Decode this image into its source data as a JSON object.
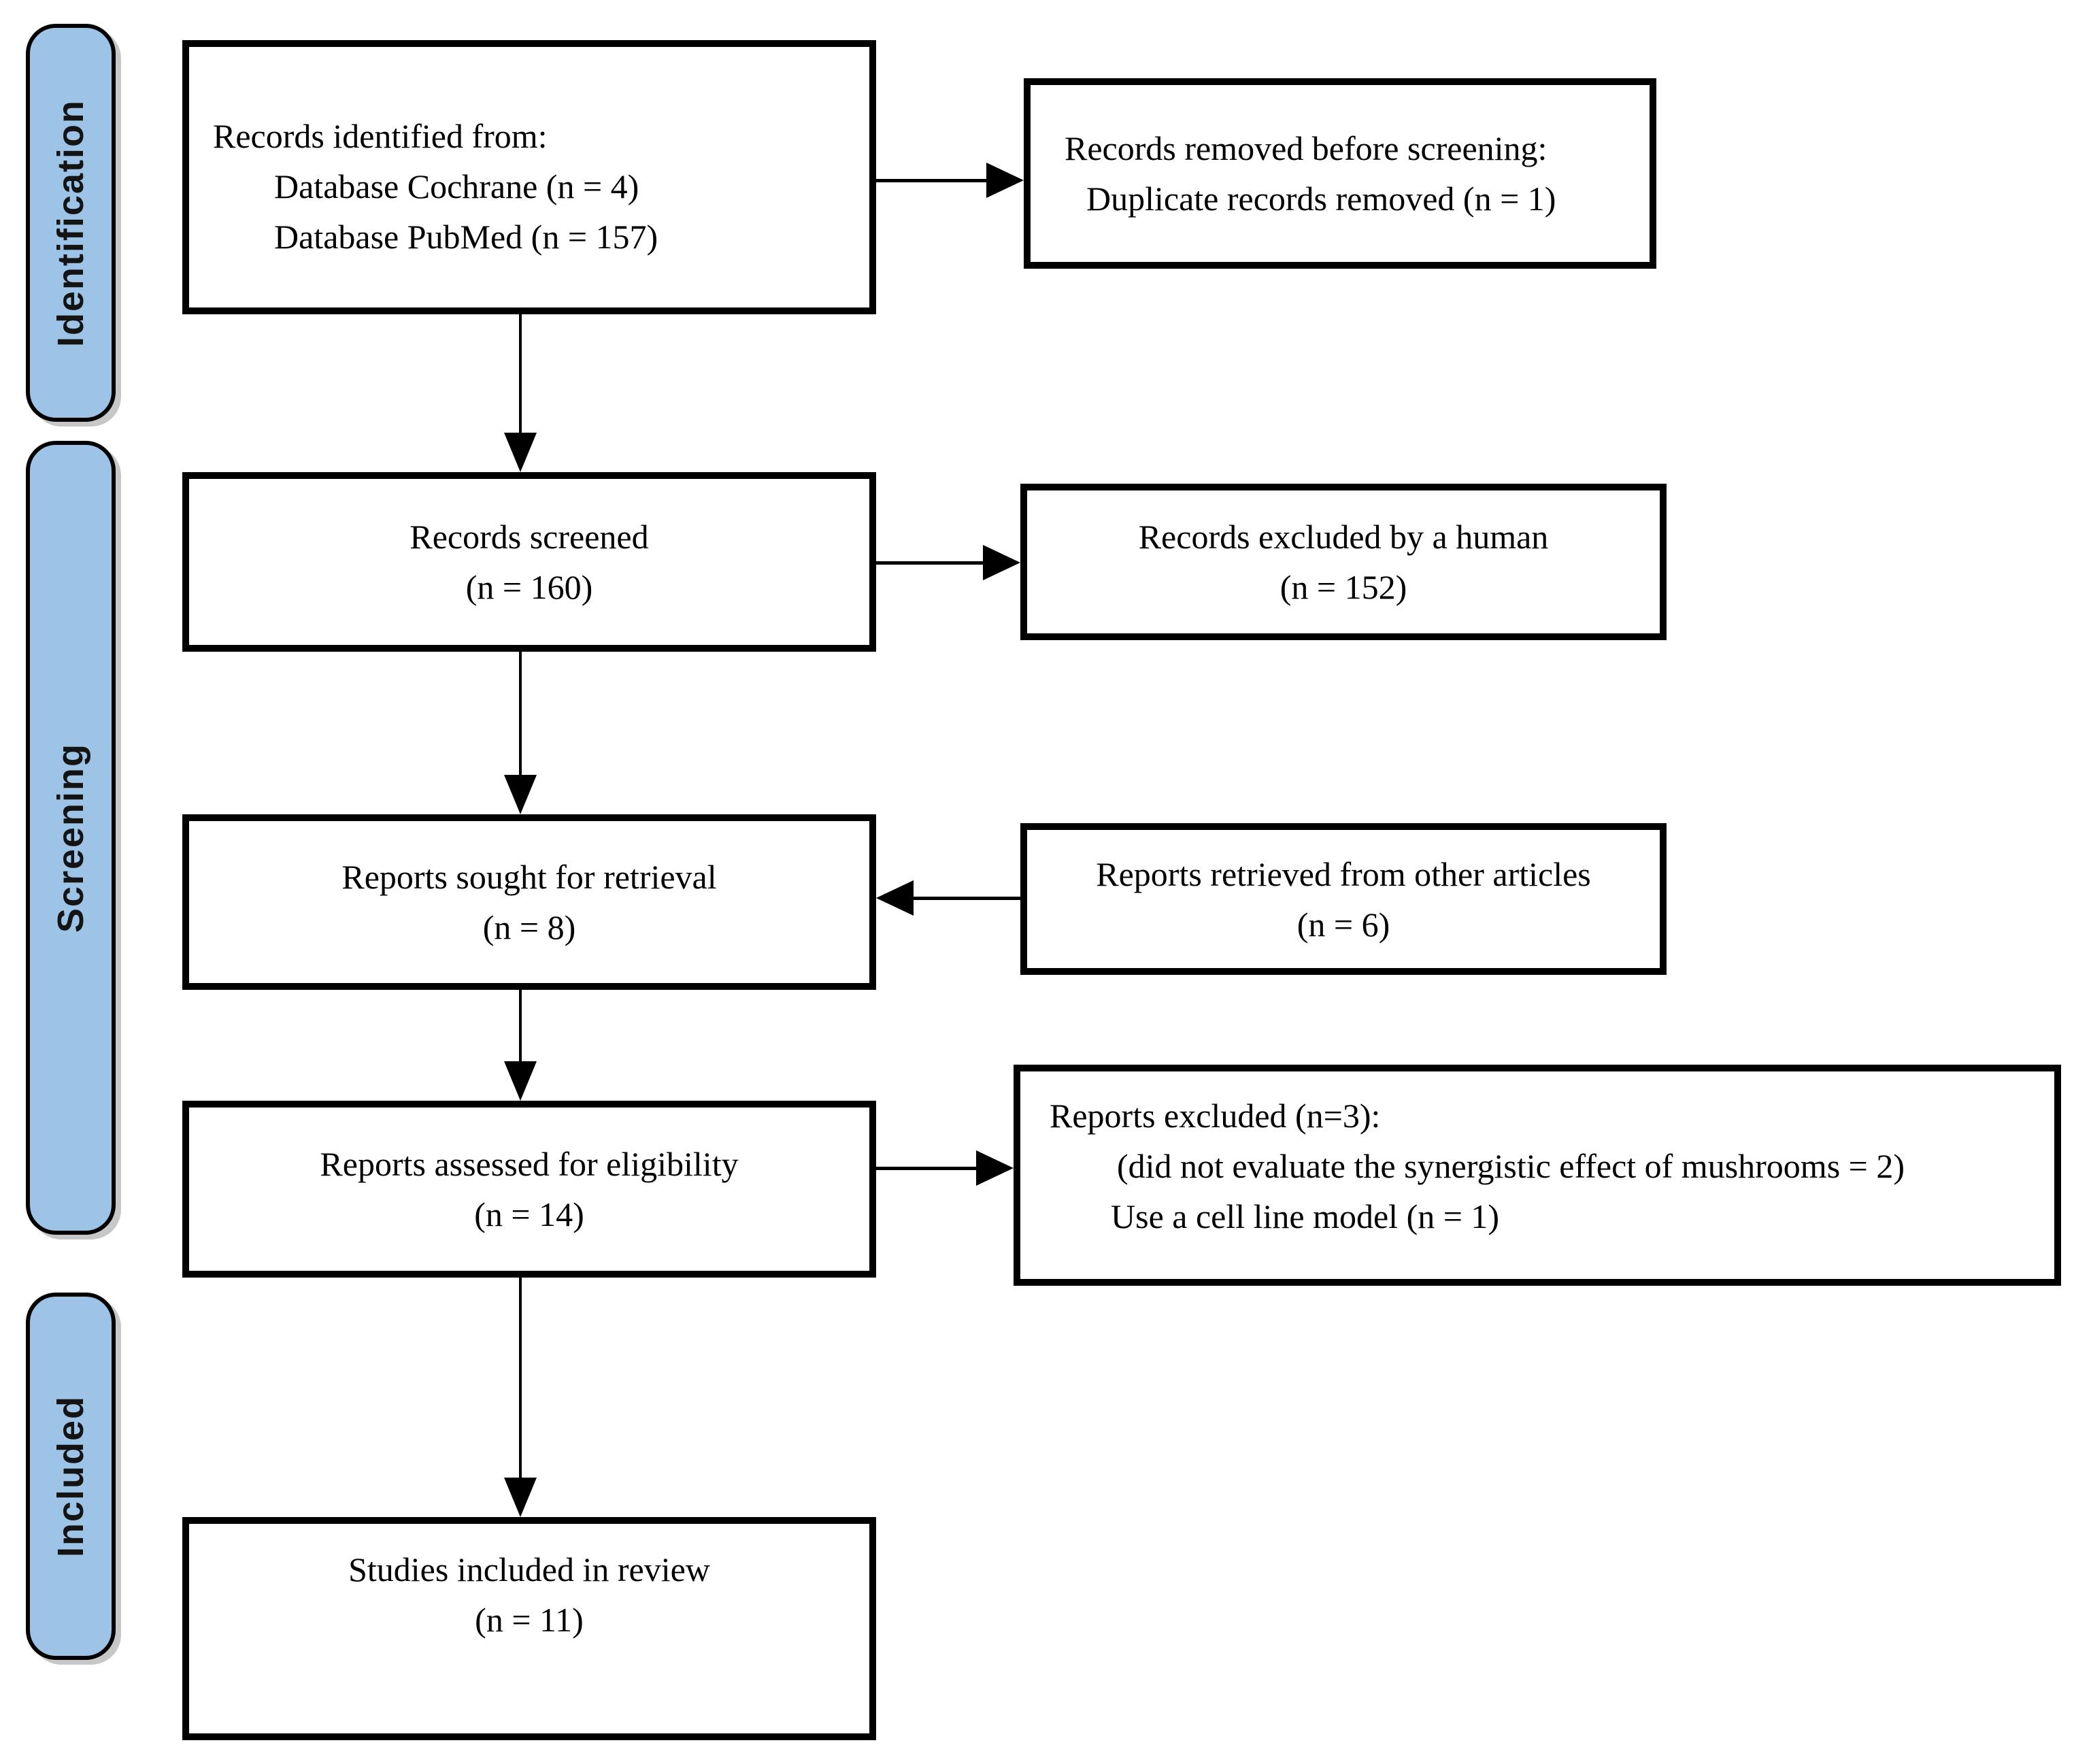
{
  "sidebar": {
    "stages": [
      {
        "id": "identification",
        "label": "Identification"
      },
      {
        "id": "screening",
        "label": "Screening"
      },
      {
        "id": "included",
        "label": "Included"
      }
    ]
  },
  "boxes": {
    "identified": {
      "lines": [
        "Records identified from:",
        "Database Cochrane (n = 4)",
        "Database PubMed (n = 157)"
      ]
    },
    "removed_before_screening": {
      "lines": [
        "Records removed before screening:",
        "Duplicate records removed (n = 1)"
      ]
    },
    "screened": {
      "lines": [
        "Records screened",
        "(n = 160)"
      ]
    },
    "excluded_by_human": {
      "lines": [
        "Records excluded by a human",
        "(n = 152)"
      ]
    },
    "sought_for_retrieval": {
      "lines": [
        "Reports sought for retrieval",
        "(n = 8)"
      ]
    },
    "retrieved_from_other_articles": {
      "lines": [
        "Reports retrieved from other articles",
        "(n = 6)"
      ]
    },
    "assessed_for_eligibility": {
      "lines": [
        "Reports assessed for eligibility",
        "(n = 14)"
      ]
    },
    "reports_excluded": {
      "lines": [
        "Reports excluded (n=3):",
        "(did not evaluate the synergistic effect of mushrooms = 2)",
        "Use a cell line model (n = 1)"
      ]
    },
    "included_in_review": {
      "lines": [
        "Studies included in review",
        "(n = 11)"
      ]
    }
  },
  "colors": {
    "stage_tab_fill": "#9dc3e6",
    "stage_tab_border": "#000000",
    "box_border": "#000000",
    "arrow": "#000000",
    "text": "#000000"
  }
}
